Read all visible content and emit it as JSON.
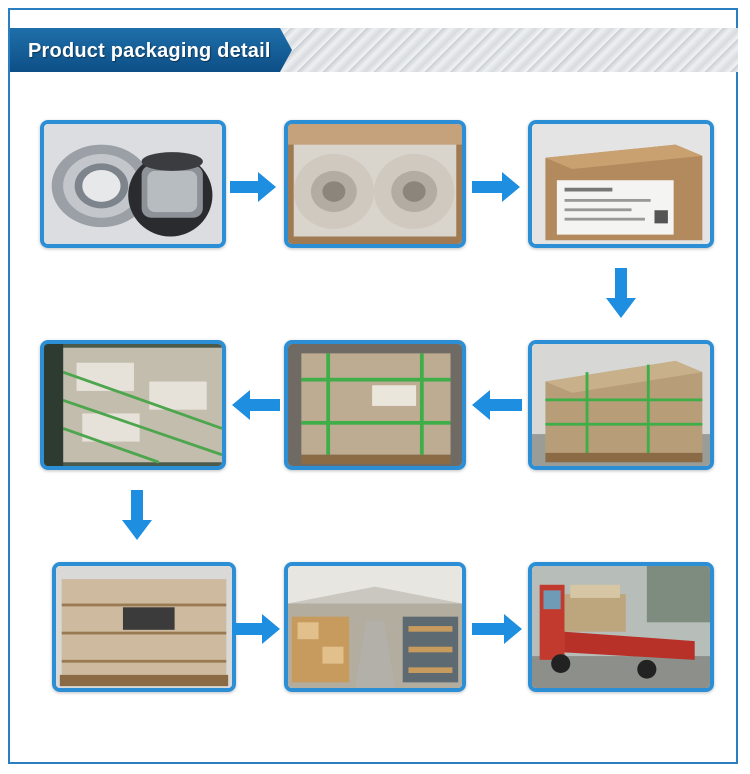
{
  "header": {
    "title": "Product packaging detail"
  },
  "colors": {
    "accent_blue": "#2c8fd6",
    "header_blue": "#0d4f86",
    "arrow_blue": "#1e8fe0"
  },
  "steps": [
    {
      "order": 1,
      "icon": "bearing-product-photo"
    },
    {
      "order": 2,
      "icon": "wrapped-bearings-in-box-photo"
    },
    {
      "order": 3,
      "icon": "labeled-carton-photo"
    },
    {
      "order": 4,
      "icon": "strapped-pallet-photo"
    },
    {
      "order": 5,
      "icon": "pallet-green-straps-photo"
    },
    {
      "order": 6,
      "icon": "wrapped-pallet-closeup-photo"
    },
    {
      "order": 7,
      "icon": "branded-wooden-crate-photo"
    },
    {
      "order": 8,
      "icon": "warehouse-photo"
    },
    {
      "order": 9,
      "icon": "loaded-truck-photo"
    }
  ]
}
